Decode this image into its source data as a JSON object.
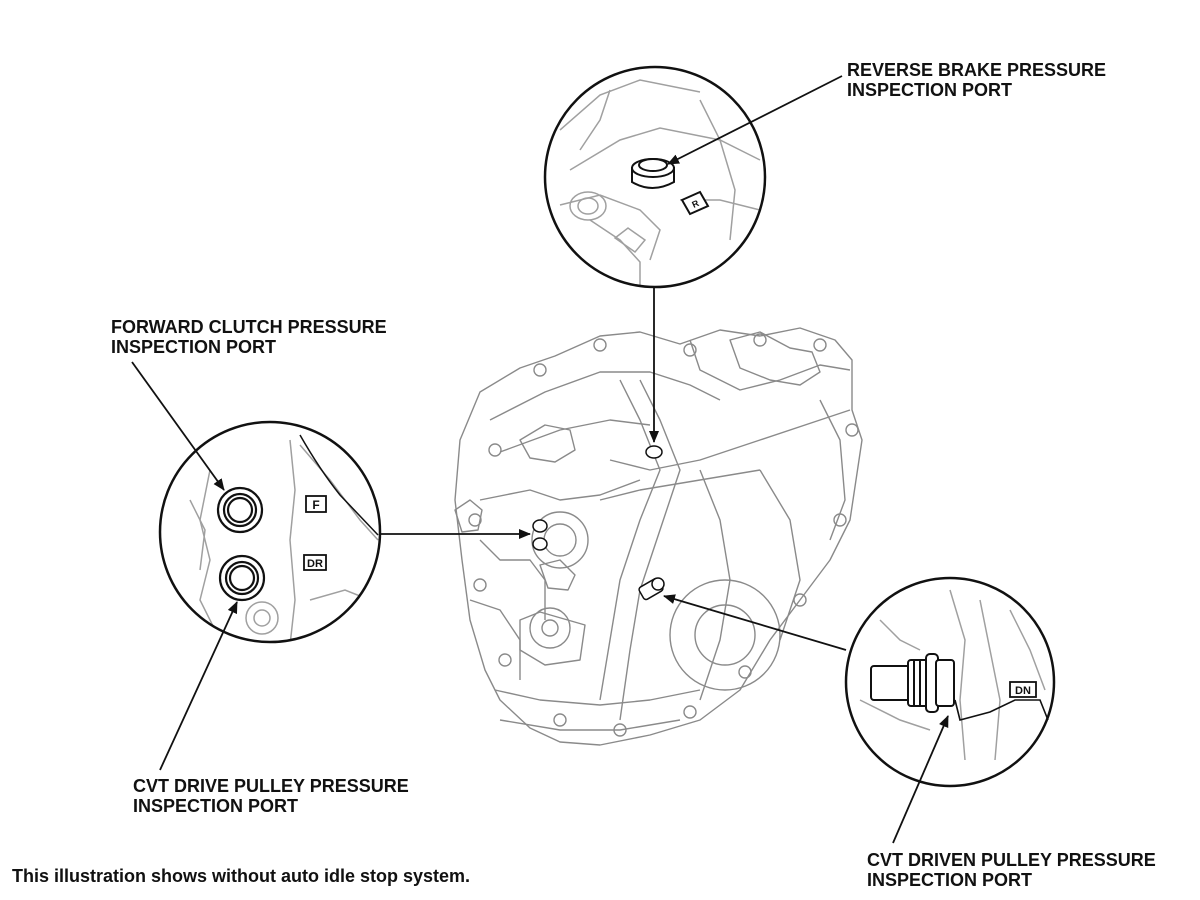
{
  "labels": {
    "reverse_brake": [
      "REVERSE BRAKE PRESSURE",
      "INSPECTION PORT"
    ],
    "forward_clutch": [
      "FORWARD CLUTCH PRESSURE",
      "INSPECTION PORT"
    ],
    "cvt_drive": [
      "CVT DRIVE PULLEY PRESSURE",
      "INSPECTION PORT"
    ],
    "cvt_driven": [
      "CVT DRIVEN PULLEY PRESSURE",
      "INSPECTION PORT"
    ]
  },
  "port_marks": {
    "reverse": "R",
    "forward": "F",
    "drive": "DR",
    "driven": "DN"
  },
  "note": "This illustration shows without auto idle stop system.",
  "colors": {
    "line": "#111111",
    "sketch": "#9a9a9a",
    "background": "#ffffff"
  }
}
